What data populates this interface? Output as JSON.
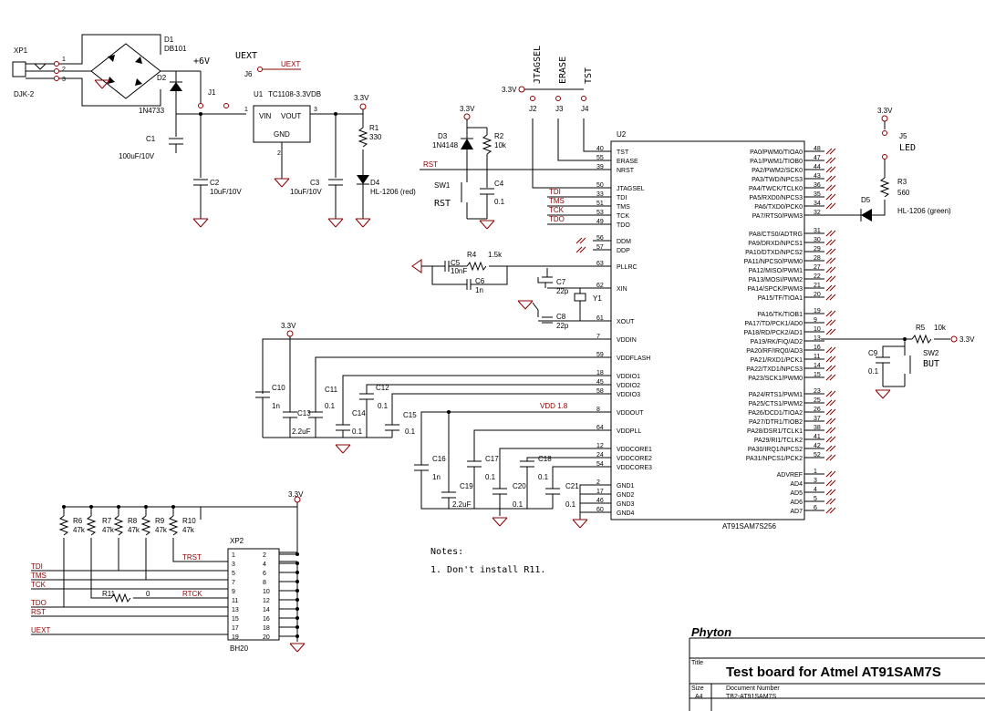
{
  "title_block": {
    "company": "Phyton",
    "title_label": "Title",
    "title": "Test board for Atmel AT91SAM7S",
    "size_label": "Size",
    "size": "A4",
    "docnum_label": "Document Number",
    "docnum": "TB2-AT91SAM7S"
  },
  "notes": {
    "heading": "Notes:",
    "line1": "1. Don't install R11."
  },
  "power": {
    "xp1": "XP1",
    "xp1_type": "DJK-2",
    "d1": "D1",
    "d1_val": "DB101",
    "d2": "D2",
    "d2_val": "1N4733",
    "plus6v": "+6V",
    "j1": "J1",
    "uext": "UEXT",
    "j6": "J6",
    "uext_net": "UEXT",
    "u1": "U1",
    "u1_val": "TC1108-3.3VDB",
    "vin": "VIN",
    "vout": "VOUT",
    "gndp": "GND",
    "c1": "C1",
    "c1_val": "100uF/10V",
    "c2": "C2",
    "c2_val": "10uF/10V",
    "c3": "C3",
    "c3_val": "10uF/10V",
    "r1": "R1",
    "r1_val": "330",
    "d4": "D4",
    "d4_val": "HL-1206 (red)",
    "v33": "3.3V"
  },
  "jumpers": {
    "j2": "J2",
    "j3": "J3",
    "j4": "J4",
    "jtagsel": "JTAGSEL",
    "erase": "ERASE",
    "tst": "TST"
  },
  "reset": {
    "d3": "D3",
    "d3_val": "1N4148",
    "r2": "R2",
    "r2_val": "10k",
    "sw1": "SW1",
    "rst": "RST",
    "c4": "C4",
    "c4_val": "0.1",
    "net_rst": "RST"
  },
  "pll": {
    "r4": "R4",
    "r4_val": "1.5k",
    "c5": "C5",
    "c5_val": "10nF",
    "c6": "C6",
    "c6_val": "1n",
    "c7": "C7",
    "c7_val": "22p",
    "c8": "C8",
    "c8_val": "22p",
    "y1": "Y1"
  },
  "decoupling": {
    "c10": "C10",
    "c10_val": "1n",
    "c11": "C11",
    "c11_val": "0.1",
    "c12": "C12",
    "c12_val": "0.1",
    "c13": "C13",
    "c13_val": "2.2uF",
    "c14": "C14",
    "c14_val": "0.1",
    "c15": "C15",
    "c15_val": "0.1",
    "c16": "C16",
    "c16_val": "1n",
    "c17": "C17",
    "c17_val": "0.1",
    "c18": "C18",
    "c18_val": "0.1",
    "c19": "C19",
    "c19_val": "2.2uF",
    "c20": "C20",
    "c20_val": "0.1",
    "c21": "C21",
    "c21_val": "0.1",
    "vdd18": "VDD 1.8"
  },
  "mcu": {
    "ref": "U2",
    "part": "AT91SAM7S256",
    "left_pins": [
      {
        "name": "TST",
        "num": "40"
      },
      {
        "name": "ERASE",
        "num": "55"
      },
      {
        "name": "NRST",
        "num": "39"
      },
      {
        "name": "JTAGSEL",
        "num": "50"
      },
      {
        "name": "TDI",
        "num": "33"
      },
      {
        "name": "TMS",
        "num": "51"
      },
      {
        "name": "TCK",
        "num": "53"
      },
      {
        "name": "TDO",
        "num": "49"
      },
      {
        "name": "DDM",
        "num": "56"
      },
      {
        "name": "DDP",
        "num": "57"
      },
      {
        "name": "PLLRC",
        "num": "63"
      },
      {
        "name": "XIN",
        "num": "62"
      },
      {
        "name": "XOUT",
        "num": "61"
      },
      {
        "name": "VDDIN",
        "num": "7"
      },
      {
        "name": "VDDFLASH",
        "num": "59"
      },
      {
        "name": "VDDIO1",
        "num": "18"
      },
      {
        "name": "VDDIO2",
        "num": "45"
      },
      {
        "name": "VDDIO3",
        "num": "58"
      },
      {
        "name": "VDDOUT",
        "num": "8"
      },
      {
        "name": "VDDPLL",
        "num": "64"
      },
      {
        "name": "VDDCORE1",
        "num": "12"
      },
      {
        "name": "VDDCORE2",
        "num": "24"
      },
      {
        "name": "VDDCORE3",
        "num": "54"
      },
      {
        "name": "GND1",
        "num": "2"
      },
      {
        "name": "GND2",
        "num": "17"
      },
      {
        "name": "GND3",
        "num": "46"
      },
      {
        "name": "GND4",
        "num": "60"
      }
    ],
    "right_pins": [
      {
        "name": "PA0/PWM0/TIOA0",
        "num": "48"
      },
      {
        "name": "PA1/PWM1/TIOB0",
        "num": "47"
      },
      {
        "name": "PA2/PWM2/SCK0",
        "num": "44"
      },
      {
        "name": "PA3/TWD/NPCS3",
        "num": "43"
      },
      {
        "name": "PA4/TWCK/TCLK0",
        "num": "36"
      },
      {
        "name": "PA5/RXD0/NPCS3",
        "num": "35"
      },
      {
        "name": "PA6/TXD0/PCK0",
        "num": "34"
      },
      {
        "name": "PA7/RTS0/PWM3",
        "num": "32"
      },
      {
        "name": "PA8/CTS0/ADTRG",
        "num": "31"
      },
      {
        "name": "PA9/DRXD/NPCS1",
        "num": "30"
      },
      {
        "name": "PA10/DTXD/NPCS2",
        "num": "29"
      },
      {
        "name": "PA11/NPCS0/PWM0",
        "num": "28"
      },
      {
        "name": "PA12/MISO/PWM1",
        "num": "27"
      },
      {
        "name": "PA13/MOSI/PWM2",
        "num": "22"
      },
      {
        "name": "PA14/SPCK/PWM3",
        "num": "21"
      },
      {
        "name": "PA15/TF/TIOA1",
        "num": "20"
      },
      {
        "name": "PA16/TK/TIOB1",
        "num": "19"
      },
      {
        "name": "PA17/TD/PCK1/AD0",
        "num": "9"
      },
      {
        "name": "PA18/RD/PCK2/AD1",
        "num": "10"
      },
      {
        "name": "PA19/RK/FIQ/AD2",
        "num": "13"
      },
      {
        "name": "PA20/RF/IRQ0/AD3",
        "num": "16"
      },
      {
        "name": "PA21/RXD1/PCK1",
        "num": "11"
      },
      {
        "name": "PA22/TXD1/NPCS3",
        "num": "14"
      },
      {
        "name": "PA23/SCK1/PWM0",
        "num": "15"
      },
      {
        "name": "PA24/RTS1/PWM1",
        "num": "23"
      },
      {
        "name": "PA25/CTS1/PWM2",
        "num": "25"
      },
      {
        "name": "PA26/DCD1/TIOA2",
        "num": "26"
      },
      {
        "name": "PA27/DTR1/TIOB2",
        "num": "37"
      },
      {
        "name": "PA28/DSR1/TCLK1",
        "num": "38"
      },
      {
        "name": "PA29/RI1/TCLK2",
        "num": "41"
      },
      {
        "name": "PA30/IRQ1/NPCS2",
        "num": "42"
      },
      {
        "name": "PA31/NPCS1/PCK2",
        "num": "52"
      },
      {
        "name": "ADVREF",
        "num": "1"
      },
      {
        "name": "AD4",
        "num": "3"
      },
      {
        "name": "AD5",
        "num": "4"
      },
      {
        "name": "AD6",
        "num": "5"
      },
      {
        "name": "AD7",
        "num": "6"
      }
    ]
  },
  "led5": {
    "j5": "J5",
    "led": "LED",
    "r3": "R3",
    "r3_val": "560",
    "d5": "D5",
    "d5_val": "HL-1206 (green)"
  },
  "button2": {
    "r5": "R5",
    "r5_val": "10k",
    "c9": "C9",
    "c9_val": "0.1",
    "sw2": "SW2",
    "but": "BUT"
  },
  "jtag_header": {
    "ref": "XP2",
    "type": "BH20",
    "r6": "R6",
    "r7": "R7",
    "r8": "R8",
    "r9": "R9",
    "r10": "R10",
    "rval": "47k",
    "r11": "R11",
    "r11_val": "0",
    "rtck": "RTCK",
    "trst": "TRST",
    "nets": [
      "TDI",
      "TMS",
      "TCK",
      "TDO",
      "RST",
      "UEXT"
    ],
    "left_nums": [
      "1",
      "3",
      "5",
      "7",
      "9",
      "11",
      "13",
      "15",
      "17",
      "19"
    ],
    "right_nums": [
      "2",
      "4",
      "6",
      "8",
      "10",
      "12",
      "14",
      "16",
      "18",
      "20"
    ]
  }
}
